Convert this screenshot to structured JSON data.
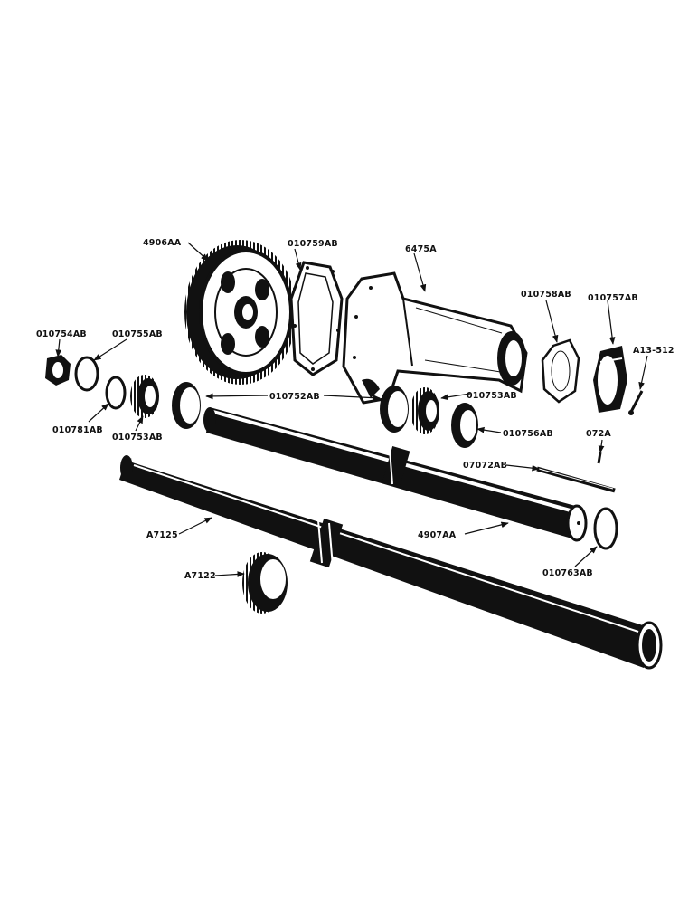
{
  "colors": {
    "ink": "#111111",
    "paper": "#ffffff"
  },
  "labels": {
    "gear": "4906AA",
    "gasket_large": "010759AB",
    "housing": "6475A",
    "gasket_small": "010758AB",
    "cap": "010757AB",
    "screw": "A13-512",
    "nut": "010754AB",
    "washer": "010755AB",
    "snap_ring": "010781AB",
    "bearing_left": "010753AB",
    "cup": "010752AB",
    "bearing_right": "010753AB",
    "seal": "010756AB",
    "pin": "072A",
    "key": "07072AB",
    "shaft_short": "4907AA",
    "shaft_long": "A7125",
    "bearing_loose": "A7122",
    "ring": "010763AB"
  }
}
